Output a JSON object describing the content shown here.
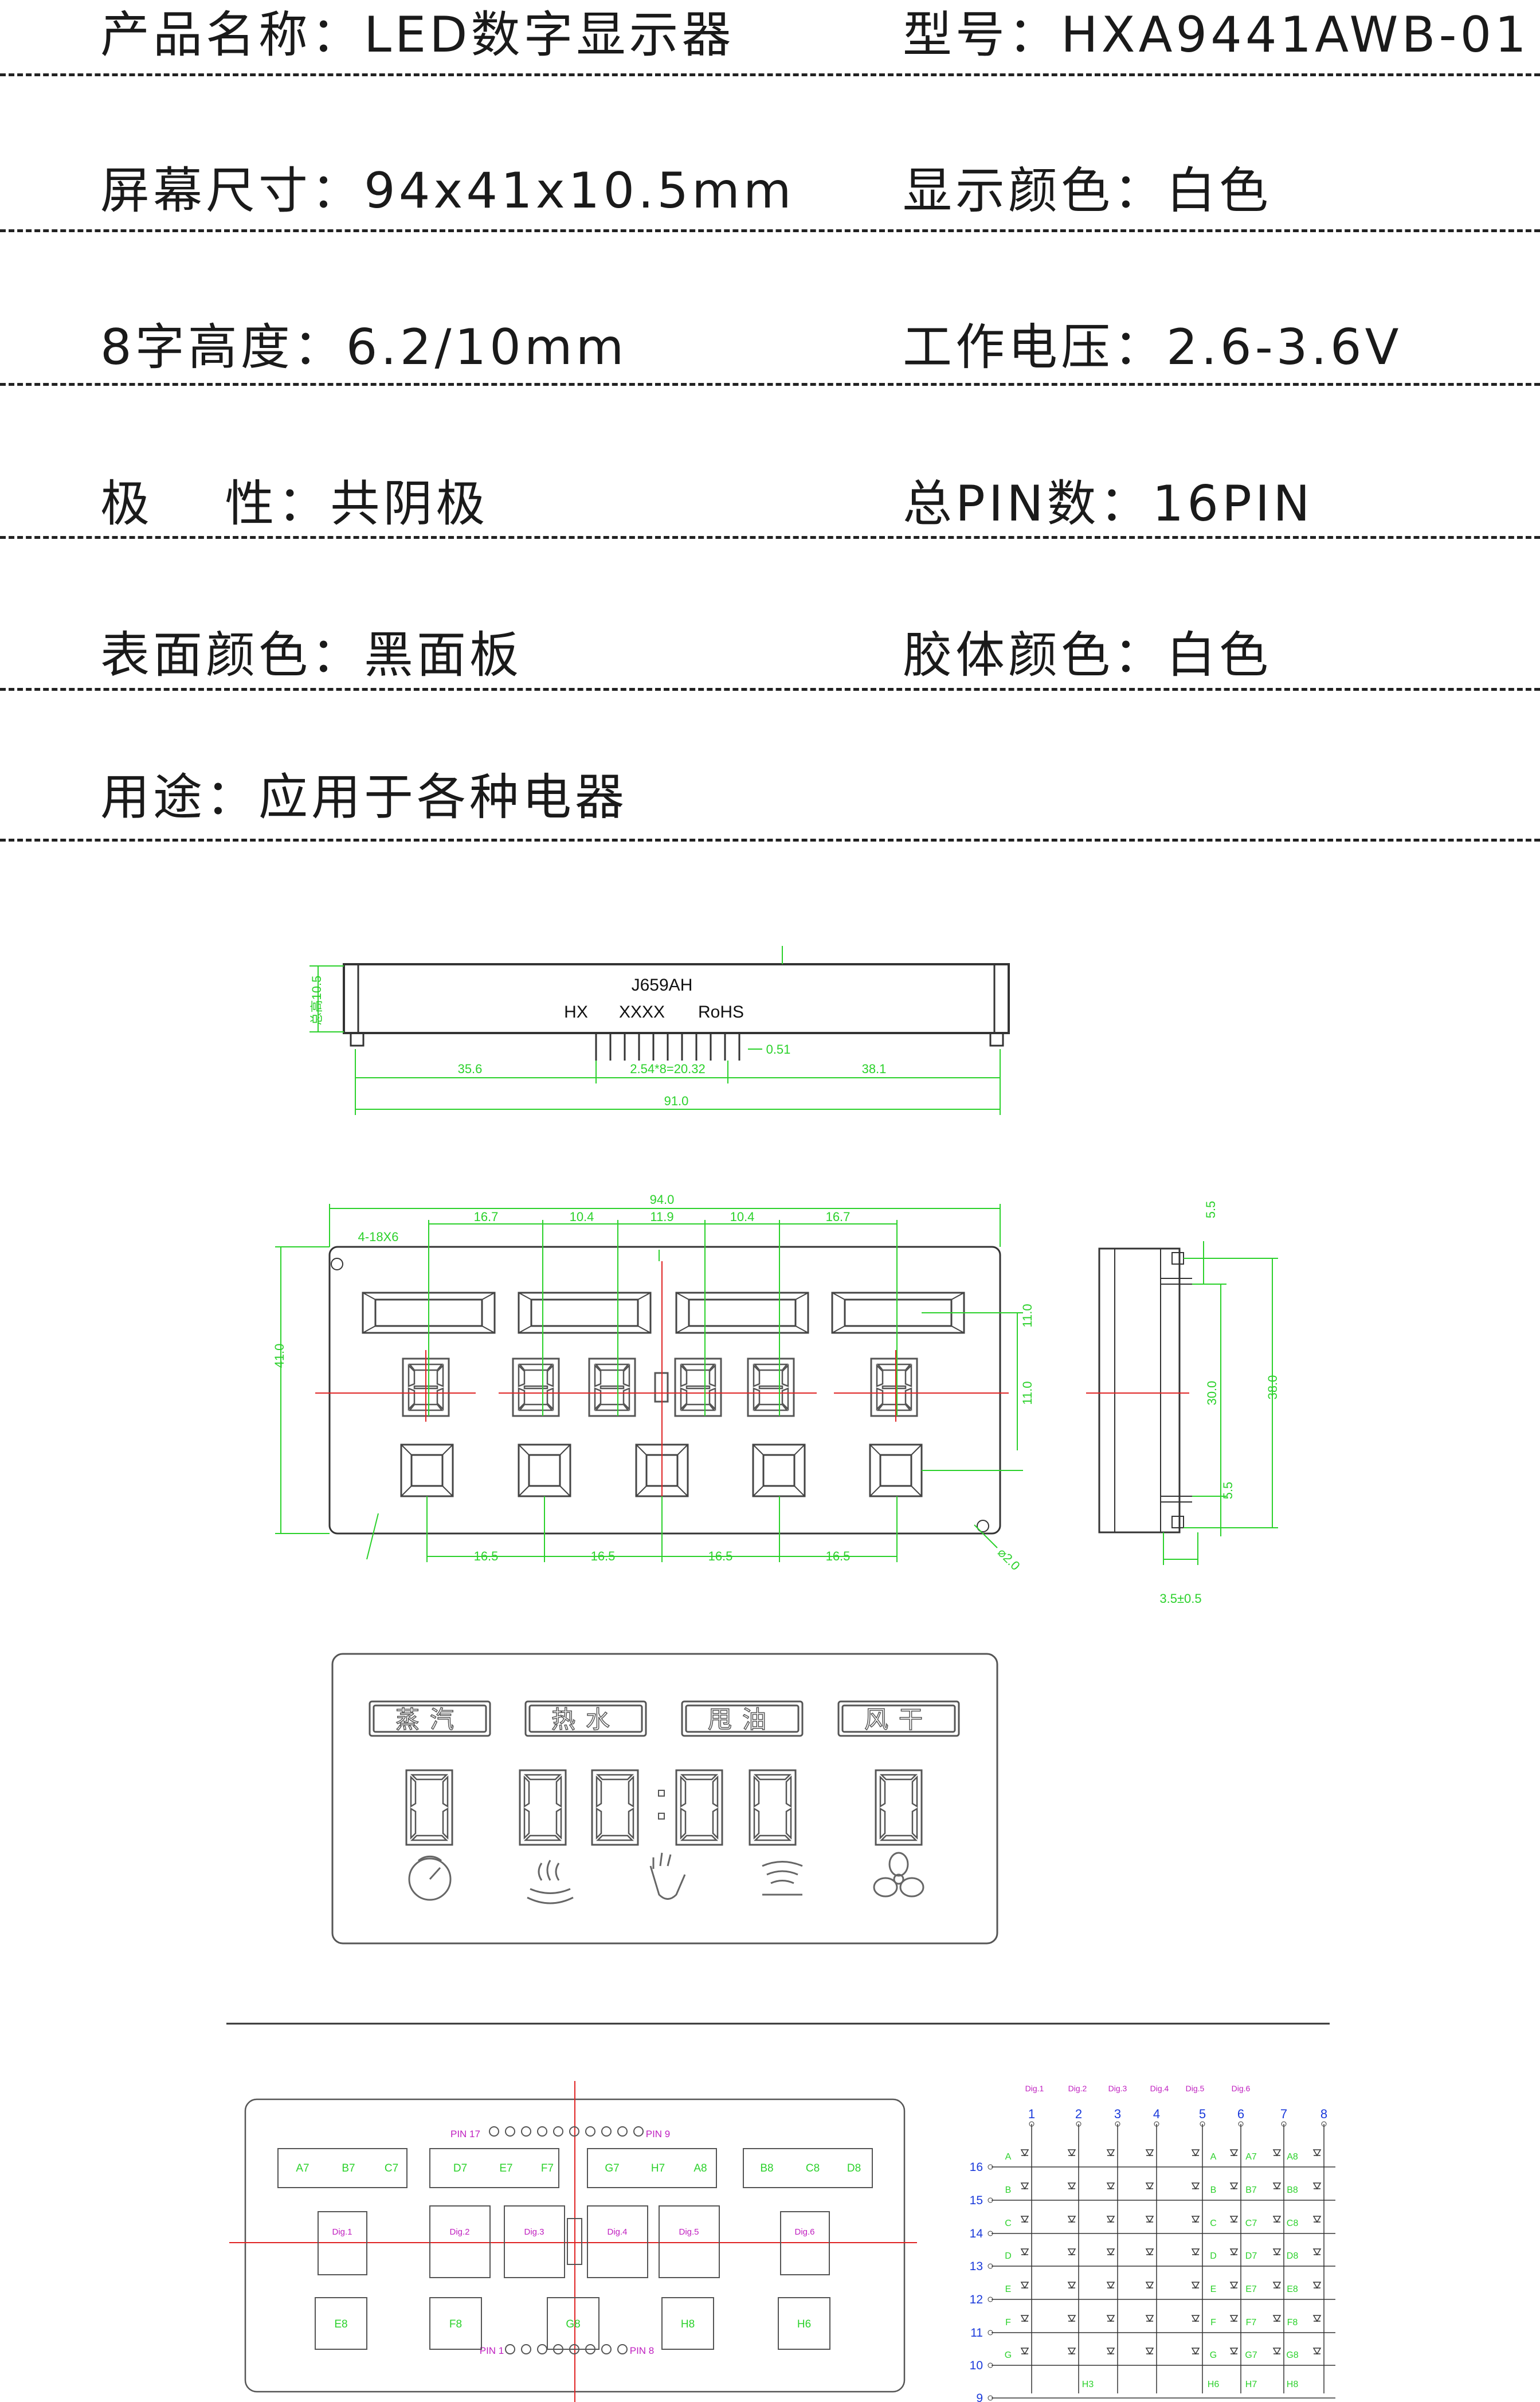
{
  "specs": [
    {
      "left": "产品名称：LED数字显示器",
      "right": "型号：HXA9441AWB-01"
    },
    {
      "left": "屏幕尺寸：94x41x10.5mm",
      "right": "显示颜色：白色"
    },
    {
      "left": "8字高度：6.2/10mm",
      "right": "工作电压：2.6-3.6V"
    },
    {
      "left": "极　 性：共阴极",
      "right": "总PIN数：16PIN"
    },
    {
      "left": "表面颜色：黑面板",
      "right": "胶体颜色：白色"
    },
    {
      "left": "用途：应用于各种电器",
      "right": ""
    }
  ],
  "side_view": {
    "part_code": "J659AH",
    "hx": "HX",
    "xxxx": "XXXX",
    "rohs": "RoHS",
    "height": "总高10.5",
    "dim_left": "35.6",
    "dim_pitch": "2.54*8=20.32",
    "dim_right": "38.1",
    "dim_total": "91.0",
    "dim_pin": "0.51"
  },
  "front_view": {
    "width": "94.0",
    "height": "41.0",
    "hole": "4-18X6",
    "d1": "16.7",
    "d2": "10.4",
    "d3": "11.9",
    "d4": "10.4",
    "d5": "16.7",
    "b1": "16.5",
    "b2": "16.5",
    "b3": "16.5",
    "b4": "16.5",
    "r1": "11.0",
    "r2": "11.0",
    "diameter": "⌀2.0"
  },
  "right_view": {
    "top": "5.5",
    "mid": "30.0",
    "total": "38.0",
    "bottom": "5.5",
    "pin": "3.5±0.5"
  },
  "panel": {
    "labels": [
      "蒸汽",
      "热水",
      "甩油",
      "风干"
    ],
    "icons": [
      "timer-icon",
      "steam-hand-icon",
      "hand-icon",
      "heater-icon",
      "fan-icon"
    ]
  },
  "pinout": {
    "pin17": "PIN 17",
    "pin9": "PIN 9",
    "pin1": "PIN 1",
    "pin8": "PIN 8",
    "top_boxes": [
      [
        "A7",
        "B7",
        "C7"
      ],
      [
        "D7",
        "E7",
        "F7"
      ],
      [
        "G7",
        "H7",
        "A8"
      ],
      [
        "B8",
        "C8",
        "D8"
      ]
    ],
    "digits": [
      "Dig.1",
      "Dig.2",
      "Dig.3",
      "Dig.4",
      "Dig.5",
      "Dig.6"
    ],
    "bottom_boxes": [
      "E8",
      "F8",
      "G8",
      "H8",
      "H6"
    ]
  },
  "matrix": {
    "digits": [
      "Dig.1",
      "Dig.2",
      "Dig.3",
      "Dig.4",
      "Dig.5",
      "Dig.6"
    ],
    "cols": [
      "1",
      "2",
      "3",
      "4",
      "5",
      "6",
      "7",
      "8"
    ],
    "rows": [
      "16",
      "15",
      "14",
      "13",
      "12",
      "11",
      "10",
      "9"
    ],
    "segs": [
      "A",
      "B",
      "C",
      "D",
      "E",
      "F",
      "G"
    ],
    "extra_cols": [
      "A7",
      "B7",
      "C7",
      "D7",
      "E7",
      "F7",
      "G7"
    ],
    "extra_cols2": [
      "A8",
      "B8",
      "C8",
      "D8",
      "E8",
      "F8",
      "G8"
    ],
    "bottom": [
      "H3",
      "H6",
      "H7",
      "H8"
    ]
  }
}
